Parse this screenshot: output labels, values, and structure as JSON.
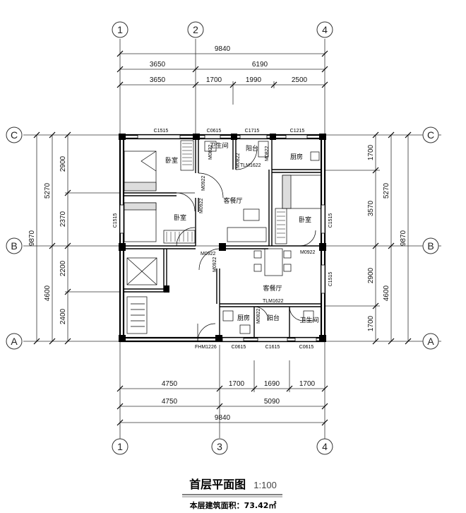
{
  "axes": {
    "top": [
      "1",
      "2",
      "4"
    ],
    "bottom": [
      "1",
      "3",
      "4"
    ],
    "left": [
      "C",
      "B",
      "A"
    ],
    "right": [
      "C",
      "B",
      "A"
    ]
  },
  "dims": {
    "top_total": "9840",
    "top_row2": [
      "3650",
      "6190"
    ],
    "top_row3": [
      "3650",
      "1700",
      "1990",
      "2500"
    ],
    "bottom_row1": [
      "4750",
      "1700",
      "1690",
      "1700"
    ],
    "bottom_row2": [
      "4750",
      "5090"
    ],
    "bottom_total": "9840",
    "left_outer": [
      "5270",
      "4600"
    ],
    "left_total": "9870",
    "left_inner": [
      "2900",
      "2370",
      "2200",
      "2400"
    ],
    "right_inner": [
      "1700",
      "3570",
      "2900",
      "1700"
    ],
    "right_outer": [
      "5270",
      "4600"
    ],
    "right_total": "9870"
  },
  "windows": {
    "top": [
      "C1515",
      "C0615",
      "C1715",
      "C1215"
    ],
    "bottom": [
      "C0615",
      "C1615",
      "C0615"
    ],
    "left": "C1515",
    "right_upper": "C1515",
    "right_lower": "C1515"
  },
  "doors": {
    "m0822_a": "M0822",
    "m0822_b": "M0822",
    "m0922_a": "M0922",
    "m0922_b": "M0922",
    "m0922_c": "M0922",
    "m0922_d": "M0922",
    "m0922_e": "M0922",
    "tlm_top": "TLM1622",
    "tlm_bottom": "TLM1622",
    "fhm": "FHM1226",
    "m0822_c": "M0822",
    "m0822_d": "M0822"
  },
  "rooms": {
    "bedroom_tl": "卧室",
    "bedroom_ml": "卧室",
    "bedroom_r": "卧室",
    "living_top": "客餐厅",
    "living_bottom": "客餐厅",
    "bath_top": "卫生间",
    "balcony_top": "阳台",
    "kitchen_top": "厨房",
    "kitchen_bottom": "厨房",
    "balcony_bottom": "阳台",
    "bath_bottom": "卫生间"
  },
  "title": "首层平面图",
  "scale": "1:100",
  "area_text": "本层建筑面积：73.42㎡"
}
